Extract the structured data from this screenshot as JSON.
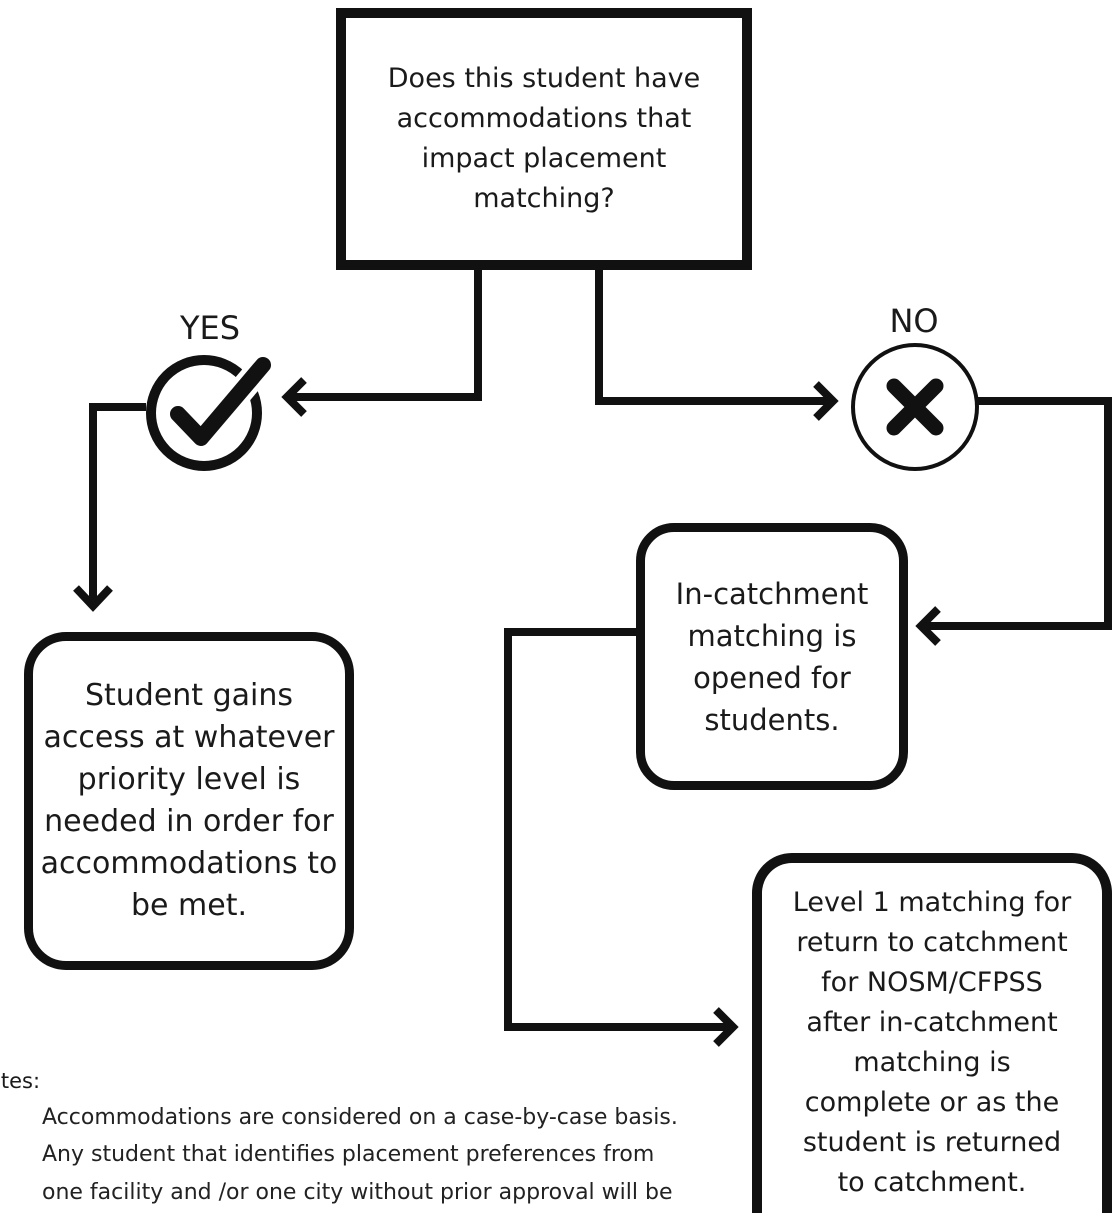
{
  "decision": {
    "question": "Does this student have accommodations that impact placement matching?"
  },
  "branches": {
    "yes_label": "YES",
    "no_label": "NO",
    "yes_icon": "checkmark-circle-icon",
    "no_icon": "x-circle-icon"
  },
  "outcomes": {
    "yes_result": "Student gains access at whatever priority level is needed in order for accommodations to be met.",
    "in_catchment": "In-catchment matching is opened for students.",
    "level1": "Level 1 matching for return to catchment for NOSM/CFPSS after in-catchment matching is complete or as the student is returned to catchment."
  },
  "notes": {
    "heading": "otes:",
    "lines": [
      "Accommodations are considered on a case-by-case basis.",
      "Any student that identifies placement preferences from",
      "one facility and /or one city without prior approval will be"
    ]
  },
  "colors": {
    "stroke": "#111111",
    "background": "#ffffff"
  }
}
